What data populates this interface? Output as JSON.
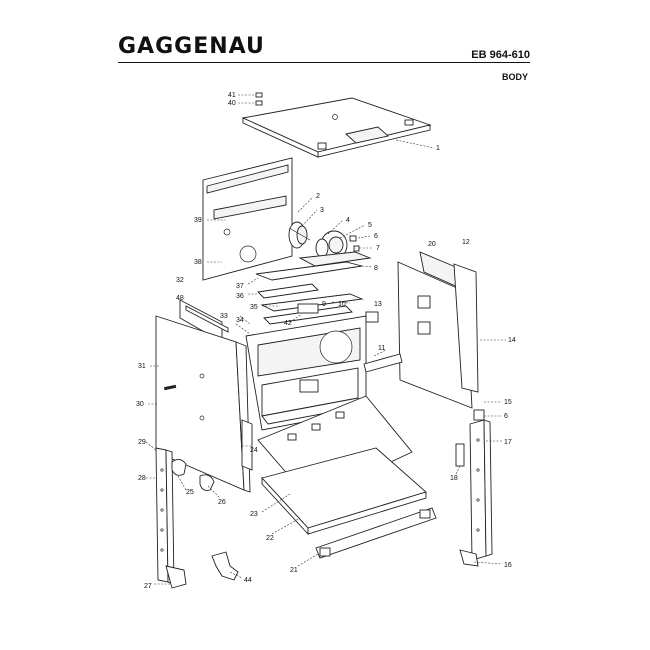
{
  "header": {
    "brand": "GAGGENAU",
    "model": "EB 964-610",
    "section": "BODY"
  },
  "callouts": [
    {
      "id": "c41",
      "label": "41"
    },
    {
      "id": "c40",
      "label": "40"
    },
    {
      "id": "c1",
      "label": "1"
    },
    {
      "id": "c39",
      "label": "39"
    },
    {
      "id": "c2",
      "label": "2"
    },
    {
      "id": "c3",
      "label": "3"
    },
    {
      "id": "c4",
      "label": "4"
    },
    {
      "id": "c5",
      "label": "5"
    },
    {
      "id": "c6a",
      "label": "6"
    },
    {
      "id": "c7",
      "label": "7"
    },
    {
      "id": "c38",
      "label": "38"
    },
    {
      "id": "c8",
      "label": "8"
    },
    {
      "id": "c37",
      "label": "37"
    },
    {
      "id": "c36",
      "label": "36"
    },
    {
      "id": "c20",
      "label": "20"
    },
    {
      "id": "c12",
      "label": "12"
    },
    {
      "id": "c32",
      "label": "32"
    },
    {
      "id": "c48",
      "label": "48"
    },
    {
      "id": "c9",
      "label": "9"
    },
    {
      "id": "c10",
      "label": "10"
    },
    {
      "id": "c35",
      "label": "35"
    },
    {
      "id": "c13",
      "label": "13"
    },
    {
      "id": "c34",
      "label": "34"
    },
    {
      "id": "c33",
      "label": "33"
    },
    {
      "id": "c42",
      "label": "42"
    },
    {
      "id": "c14",
      "label": "14"
    },
    {
      "id": "c31",
      "label": "31"
    },
    {
      "id": "c11",
      "label": "11"
    },
    {
      "id": "c30",
      "label": "30"
    },
    {
      "id": "c15",
      "label": "15"
    },
    {
      "id": "c6b",
      "label": "6"
    },
    {
      "id": "c29",
      "label": "29"
    },
    {
      "id": "c17",
      "label": "17"
    },
    {
      "id": "c24",
      "label": "24"
    },
    {
      "id": "c28",
      "label": "28"
    },
    {
      "id": "c18",
      "label": "18"
    },
    {
      "id": "c25",
      "label": "25"
    },
    {
      "id": "c26",
      "label": "26"
    },
    {
      "id": "c23",
      "label": "23"
    },
    {
      "id": "c22",
      "label": "22"
    },
    {
      "id": "c21",
      "label": "21"
    },
    {
      "id": "c16",
      "label": "16"
    },
    {
      "id": "c27",
      "label": "27"
    },
    {
      "id": "c44",
      "label": "44"
    }
  ]
}
